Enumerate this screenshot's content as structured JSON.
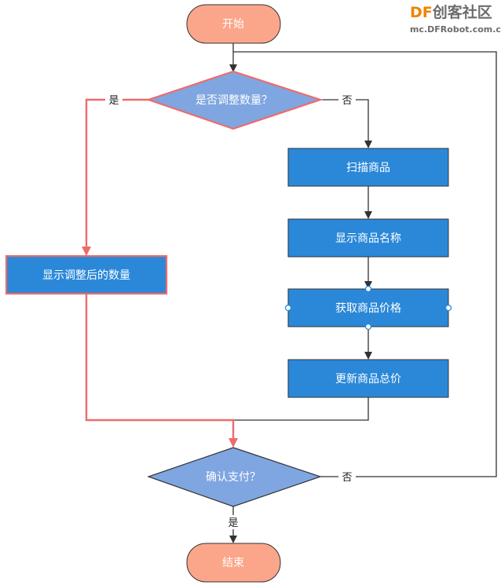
{
  "watermark": {
    "brand_df": "DF",
    "brand_rest": "创客社区",
    "url": "mc.DFRobot.com.cn"
  },
  "nodes": {
    "start": "开始",
    "adjust_decision": "是否调整数量？",
    "scan": "扫描商品",
    "show_name": "显示商品名称",
    "get_price": "获取商品价格",
    "update_total": "更新商品总价",
    "show_adjusted": "显示调整后的数量",
    "confirm_decision": "确认支付？",
    "end": "结束"
  },
  "edge_labels": {
    "adjust_yes": "是",
    "adjust_no": "否",
    "confirm_no": "否",
    "confirm_yes": "是"
  },
  "colors": {
    "terminal_fill": "#fba68a",
    "process_fill": "#2b88d8",
    "decision_fill": "#7fa6e0",
    "highlight_stroke": "#ee6b6b",
    "line": "#333333",
    "watermark_df": "#f08300",
    "watermark_text": "#6c6c6c"
  }
}
